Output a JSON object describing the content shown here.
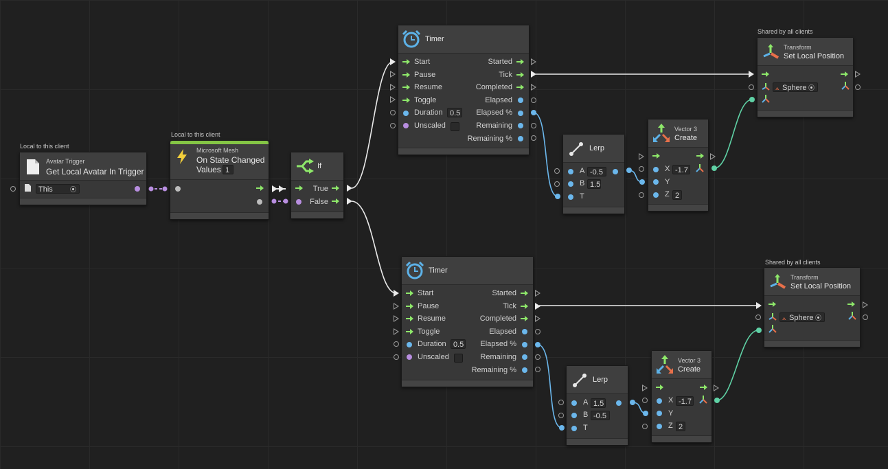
{
  "colors": {
    "background": "#202020",
    "node": "#383838",
    "flow": "#8ee86a",
    "float_port": "#6bb7ec",
    "object_port": "#b88ee0",
    "teal_wire": "#5fd1a5"
  },
  "avatar_trigger": {
    "caption": "Local to this client",
    "subtitle": "Avatar Trigger",
    "title": "Get Local Avatar In Trigger",
    "value": "This",
    "icon": "document-icon"
  },
  "state_changed": {
    "caption": "Local to this client",
    "subtitle": "Microsoft Mesh",
    "title_line1": "On State Changed",
    "title_line2": "Values",
    "value": "1",
    "icon": "lightning-icon"
  },
  "if_node": {
    "title": "If",
    "true_label": "True",
    "false_label": "False",
    "icon": "branch-icon"
  },
  "timers": [
    {
      "title": "Timer",
      "inputs": [
        "Start",
        "Pause",
        "Resume",
        "Toggle",
        "Duration",
        "Unscaled"
      ],
      "duration": "0.5",
      "outputs": [
        "Started",
        "Tick",
        "Completed",
        "Elapsed",
        "Elapsed %",
        "Remaining",
        "Remaining %"
      ],
      "icon": "alarm-clock-icon"
    },
    {
      "title": "Timer",
      "inputs": [
        "Start",
        "Pause",
        "Resume",
        "Toggle",
        "Duration",
        "Unscaled"
      ],
      "duration": "0.5",
      "outputs": [
        "Started",
        "Tick",
        "Completed",
        "Elapsed",
        "Elapsed %",
        "Remaining",
        "Remaining %"
      ],
      "icon": "alarm-clock-icon"
    }
  ],
  "lerps": [
    {
      "title": "Lerp",
      "labels": [
        "A",
        "B",
        "T"
      ],
      "a": "-0.5",
      "b": "1.5",
      "icon": "line-icon"
    },
    {
      "title": "Lerp",
      "labels": [
        "A",
        "B",
        "T"
      ],
      "a": "1.5",
      "b": "-0.5",
      "icon": "line-icon"
    }
  ],
  "vectors": [
    {
      "subtitle": "Vector 3",
      "title": "Create",
      "labels": [
        "X",
        "Y",
        "Z"
      ],
      "x": "-1.7",
      "z": "2",
      "icon": "axes-icon"
    },
    {
      "subtitle": "Vector 3",
      "title": "Create",
      "labels": [
        "X",
        "Y",
        "Z"
      ],
      "x": "-1.7",
      "z": "2",
      "icon": "axes-icon"
    }
  ],
  "transforms": [
    {
      "caption": "Shared by all clients",
      "subtitle": "Transform",
      "title": "Set Local Position",
      "object": "Sphere",
      "icon": "transform-icon"
    },
    {
      "caption": "Shared by all clients",
      "subtitle": "Transform",
      "title": "Set Local Position",
      "object": "Sphere",
      "icon": "transform-icon"
    }
  ]
}
